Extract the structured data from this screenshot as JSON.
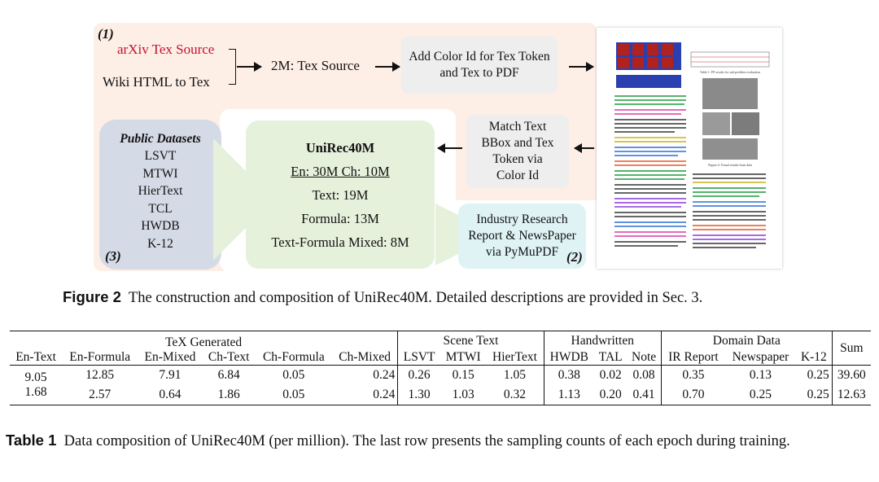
{
  "figure": {
    "label1": "(1)",
    "label2": "(2)",
    "label3": "(3)",
    "arxiv": "arXiv Tex Source",
    "wiki": "Wiki HTML to Tex",
    "tex2m": "2M: Tex Source",
    "add_color_l1": "Add Color Id for Tex Token",
    "add_color_l2": "and Tex to PDF",
    "match_l1": "Match Text",
    "match_l2": "BBox and Tex",
    "match_l3": "Token via",
    "match_l4": "Color Id",
    "public_title": "Public Datasets",
    "public_items": [
      "LSVT",
      "MTWI",
      "HierText",
      "TCL",
      "HWDB",
      "K-12"
    ],
    "unirec_title": "UniRec40M",
    "unirec_lines": [
      "En: 30M Ch: 10M",
      "Text: 19M",
      "Formula: 13M",
      "Text-Formula Mixed: 8M"
    ],
    "industry_l1": "Industry Research",
    "industry_l2": "Report & NewsPaper",
    "industry_l3": "via PyMuPDF",
    "paper_table_caption": "Table 1: FP results for sub-problem evaluation",
    "paper_figure_caption": "Figure 4: Visual results from data"
  },
  "caption": {
    "label": "Figure 2",
    "text": "The construction and composition of UniRec40M. Detailed descriptions are provided in Sec. 3."
  },
  "table": {
    "groups": [
      "TeX Generated",
      "Scene Text",
      "Handwritten",
      "Domain Data"
    ],
    "sum_header": "Sum",
    "columns": [
      "En-Text",
      "En-Formula",
      "En-Mixed",
      "Ch-Text",
      "Ch-Formula",
      "Ch-Mixed",
      "LSVT",
      "MTWI",
      "HierText",
      "HWDB",
      "TAL",
      "Note",
      "IR Report",
      "Newspaper",
      "K-12"
    ],
    "rows": [
      [
        "9.05",
        "12.85",
        "7.91",
        "6.84",
        "0.05",
        "0.24",
        "0.26",
        "0.15",
        "1.05",
        "0.38",
        "0.02",
        "0.08",
        "0.35",
        "0.13",
        "0.25",
        "39.60"
      ],
      [
        "1.68",
        "2.57",
        "0.64",
        "1.86",
        "0.05",
        "0.24",
        "1.30",
        "1.03",
        "0.32",
        "1.13",
        "0.20",
        "0.41",
        "0.70",
        "0.25",
        "0.25",
        "12.63"
      ]
    ],
    "caption_label": "Table 1",
    "caption_text": "Data composition of UniRec40M (per million). The last row presents the sampling counts of each epoch during training."
  },
  "colors": {
    "accent_red": "#c8102e",
    "green_box": "#e6f1dc",
    "blue_box": "#d5dbe6",
    "cyan_box": "#dff3f5",
    "peach_bg": "#fdeee6"
  }
}
